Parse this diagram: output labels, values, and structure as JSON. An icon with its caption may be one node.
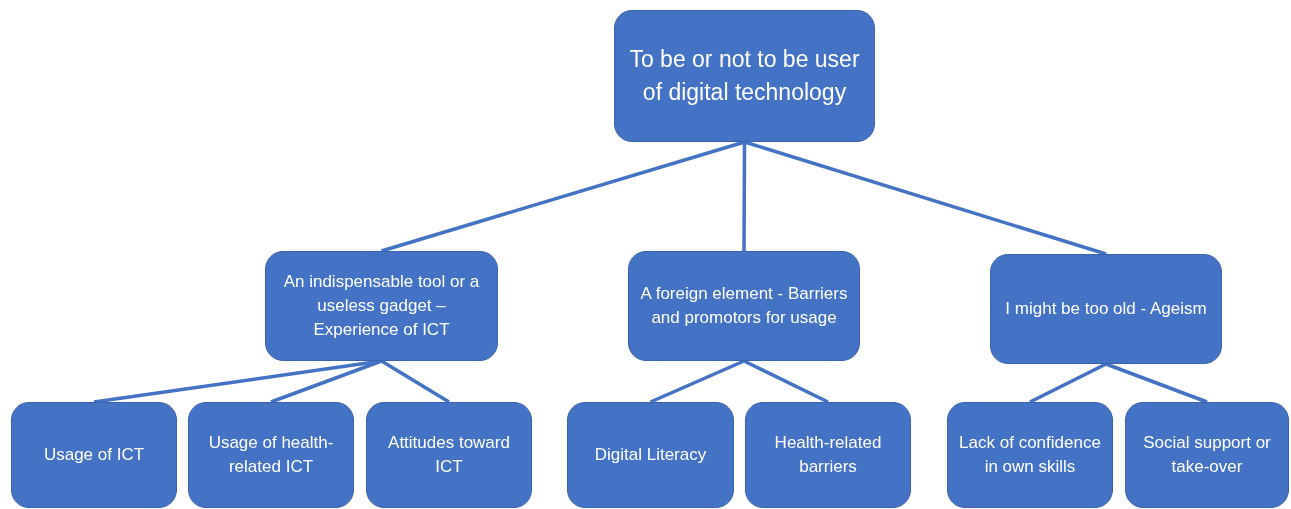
{
  "diagram": {
    "nodes": [
      {
        "text": [
          "To be or not to be user of digital technology"
        ]
      },
      {
        "text": [
          "An indispensable tool or a useless gadget – Experience of ICT"
        ]
      },
      {
        "text": [
          "A foreign element - Barriers and promotors for usage"
        ]
      },
      {
        "text": [
          "I might be too old - Ageism"
        ]
      },
      {
        "text": [
          "Usage of ICT"
        ]
      },
      {
        "text": [
          "Usage of health-related ICT"
        ]
      },
      {
        "text": [
          "Attitudes toward ICT"
        ]
      },
      {
        "text": [
          "Digital Literacy"
        ]
      },
      {
        "text": [
          "Health-related barriers"
        ]
      },
      {
        "text": [
          "Lack of confidence in own skills"
        ]
      },
      {
        "text": [
          "Social support or take-over"
        ]
      }
    ],
    "edges": [
      {
        "from": 0,
        "to": 1,
        "arrow": "none"
      },
      {
        "from": 0,
        "to": 2,
        "arrow": "none"
      },
      {
        "from": 0,
        "to": 3,
        "arrow": "none"
      },
      {
        "from": 1,
        "to": 4,
        "arrow": "none"
      },
      {
        "from": 1,
        "to": 5,
        "arrow": "none"
      },
      {
        "from": 1,
        "to": 6,
        "arrow": "none"
      },
      {
        "from": 2,
        "to": 7,
        "arrow": "none"
      },
      {
        "from": 2,
        "to": 8,
        "arrow": "none"
      },
      {
        "from": 3,
        "to": 9,
        "arrow": "none"
      },
      {
        "from": 3,
        "to": 10,
        "arrow": "none"
      }
    ]
  }
}
